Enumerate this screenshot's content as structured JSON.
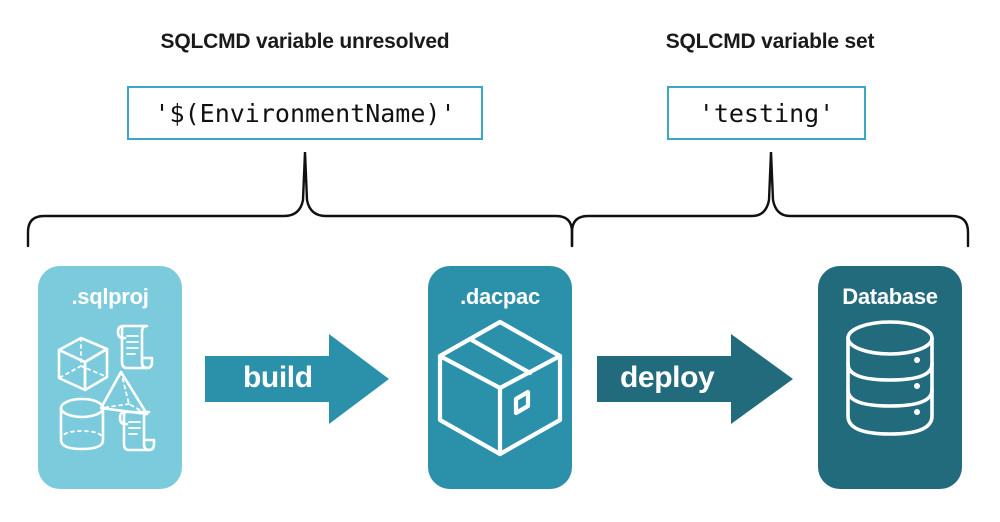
{
  "diagram": {
    "type": "pipeline-flow",
    "title_left": "SQLCMD variable unresolved",
    "title_right": "SQLCMD variable set",
    "code_left": "'$(EnvironmentName)'",
    "code_right": "'testing'",
    "stages": [
      {
        "key": "sqlproj",
        "label": ".sqlproj",
        "icon": "sql-project-shapes-icon",
        "color": "#7ccbdd"
      },
      {
        "key": "dacpac",
        "label": ".dacpac",
        "icon": "package-box-icon",
        "color": "#2b91ab"
      },
      {
        "key": "database",
        "label": "Database",
        "icon": "database-cylinder-icon",
        "color": "#226b7d"
      }
    ],
    "arrows": [
      {
        "key": "build",
        "label": "build",
        "color": "#2b91ab"
      },
      {
        "key": "deploy",
        "label": "deploy",
        "color": "#226b7d"
      }
    ],
    "braces": [
      {
        "key": "left",
        "spans": [
          "sqlproj",
          "dacpac"
        ],
        "points_to": "code_left"
      },
      {
        "key": "right",
        "spans": [
          "dacpac",
          "database"
        ],
        "points_to": "code_right"
      }
    ],
    "colors": {
      "accent_border": "#3ba7c4",
      "light_blue": "#7ccbdd",
      "medium_blue": "#2b91ab",
      "dark_teal": "#226b7d",
      "text": "#1a1a1a",
      "brace_stroke": "#111111",
      "background": "#ffffff"
    }
  }
}
